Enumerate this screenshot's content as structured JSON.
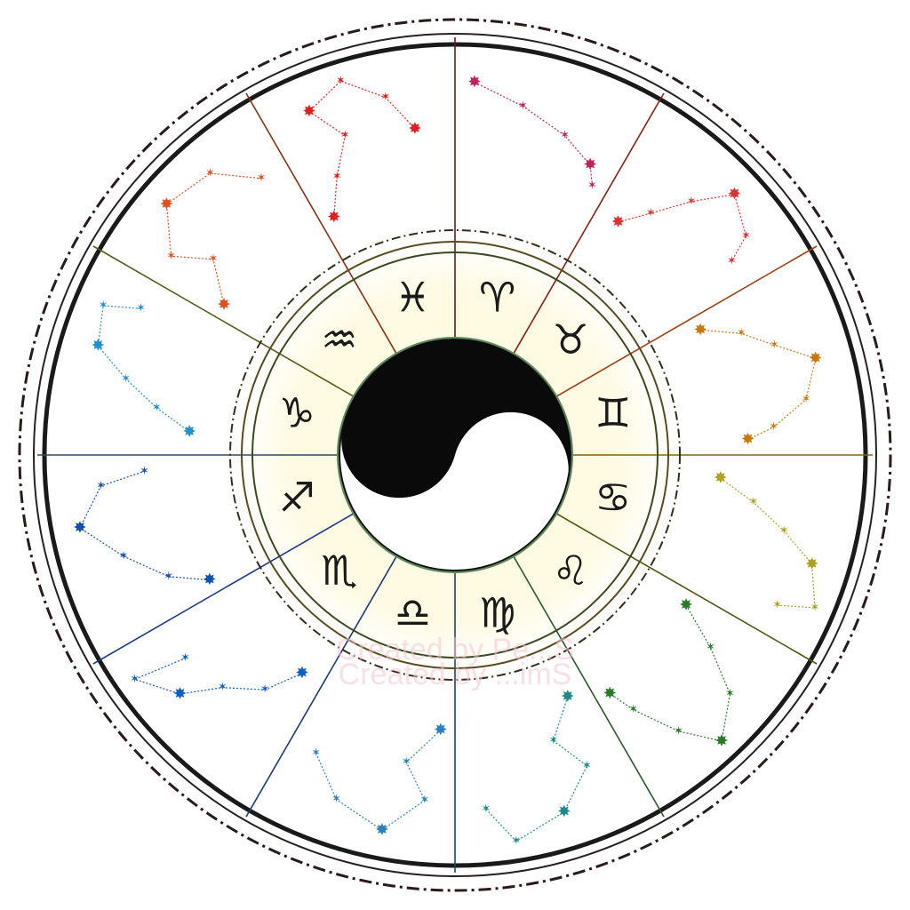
{
  "zodiac": {
    "signs": [
      {
        "name": "pisces",
        "glyph": "♓︎",
        "color": "#c0392b"
      },
      {
        "name": "aries",
        "glyph": "♈︎",
        "color": "#c0392b"
      },
      {
        "name": "taurus",
        "glyph": "♉︎",
        "color": "#d35400"
      },
      {
        "name": "gemini",
        "glyph": "♊︎",
        "color": "#c8a000"
      },
      {
        "name": "cancer",
        "glyph": "♋︎",
        "color": "#3a7d2c"
      },
      {
        "name": "leo",
        "glyph": "♌︎",
        "color": "#1f7a6e"
      },
      {
        "name": "virgo",
        "glyph": "♍︎",
        "color": "#1f5f9a"
      },
      {
        "name": "libra",
        "glyph": "♎︎",
        "color": "#1f5fa8"
      },
      {
        "name": "scorpio",
        "glyph": "♏︎",
        "color": "#2a9ad0"
      },
      {
        "name": "sagittarius",
        "glyph": "♐︎",
        "color": "#3a8a3a"
      },
      {
        "name": "capricorn",
        "glyph": "♑︎",
        "color": "#a09020"
      },
      {
        "name": "aquarius",
        "glyph": "♒︎",
        "color": "#cc6a10"
      }
    ],
    "constellation_colors": [
      "#e02020",
      "#c02060",
      "#e03030",
      "#c87a10",
      "#b0a020",
      "#2a7a2a",
      "#208a8a",
      "#2a80c0",
      "#1060c0",
      "#1050b0",
      "#2090d0",
      "#e05020"
    ]
  },
  "center": {
    "icon": "yin-yang-icon"
  },
  "watermark": {
    "line1": "Created by Pe...S",
    "line2": "Created by ...imS"
  },
  "colors": {
    "outer_ring": "#1a1a1a",
    "spoke_gradient_top": "#8b1a1a",
    "spoke_gradient_bottom": "#1a3a8b"
  }
}
